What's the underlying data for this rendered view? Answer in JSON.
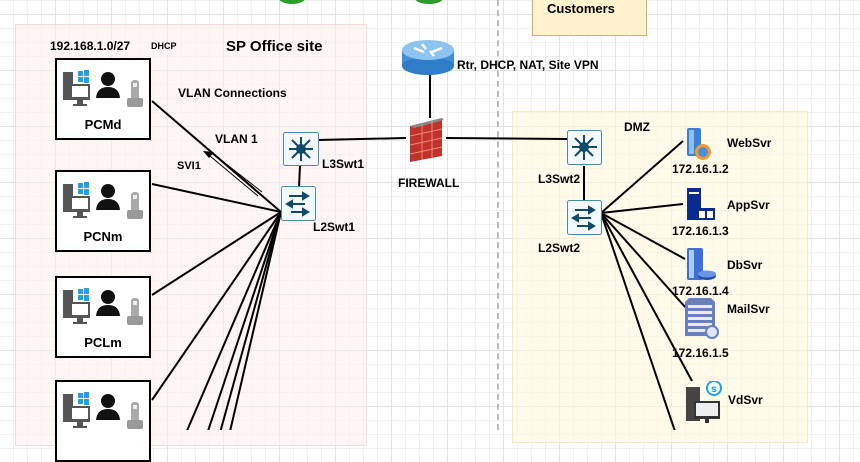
{
  "regions": {
    "office": {
      "title": "SP Office site",
      "subnet": "192.168.1.0/27",
      "dhcp": "DHCP",
      "color": "#fdf3f3"
    },
    "dmz": {
      "title": "DMZ",
      "color": "#fffbea"
    },
    "customers": {
      "title": "Customers",
      "color": "#fff2cc"
    }
  },
  "router": {
    "label": "Rtr, DHCP, NAT, Site VPN"
  },
  "firewall": {
    "label": "FIREWALL"
  },
  "annotations": {
    "vlan_connections": "VLAN Connections",
    "vlan1": "VLAN 1",
    "svi": "SVI1"
  },
  "switches": {
    "l3swt1": "L3Swt1",
    "l2swt1": "L2Swt1",
    "l3swt2": "L3Swt2",
    "l2swt2": "L2Swt2"
  },
  "pcs": [
    {
      "name": "PCMd"
    },
    {
      "name": "PCNm"
    },
    {
      "name": "PCLm"
    },
    {
      "name": ""
    }
  ],
  "servers": [
    {
      "name": "WebSvr",
      "ip": "172.16.1.2",
      "icon": "web-server-icon"
    },
    {
      "name": "AppSvr",
      "ip": "172.16.1.3",
      "icon": "app-server-icon"
    },
    {
      "name": "DbSvr",
      "ip": "172.16.1.4",
      "icon": "db-server-icon"
    },
    {
      "name": "MailSvr",
      "ip": "172.16.1.5",
      "icon": "mail-server-icon"
    },
    {
      "name": "VdSvr",
      "ip": "",
      "icon": "video-server-icon"
    }
  ]
}
